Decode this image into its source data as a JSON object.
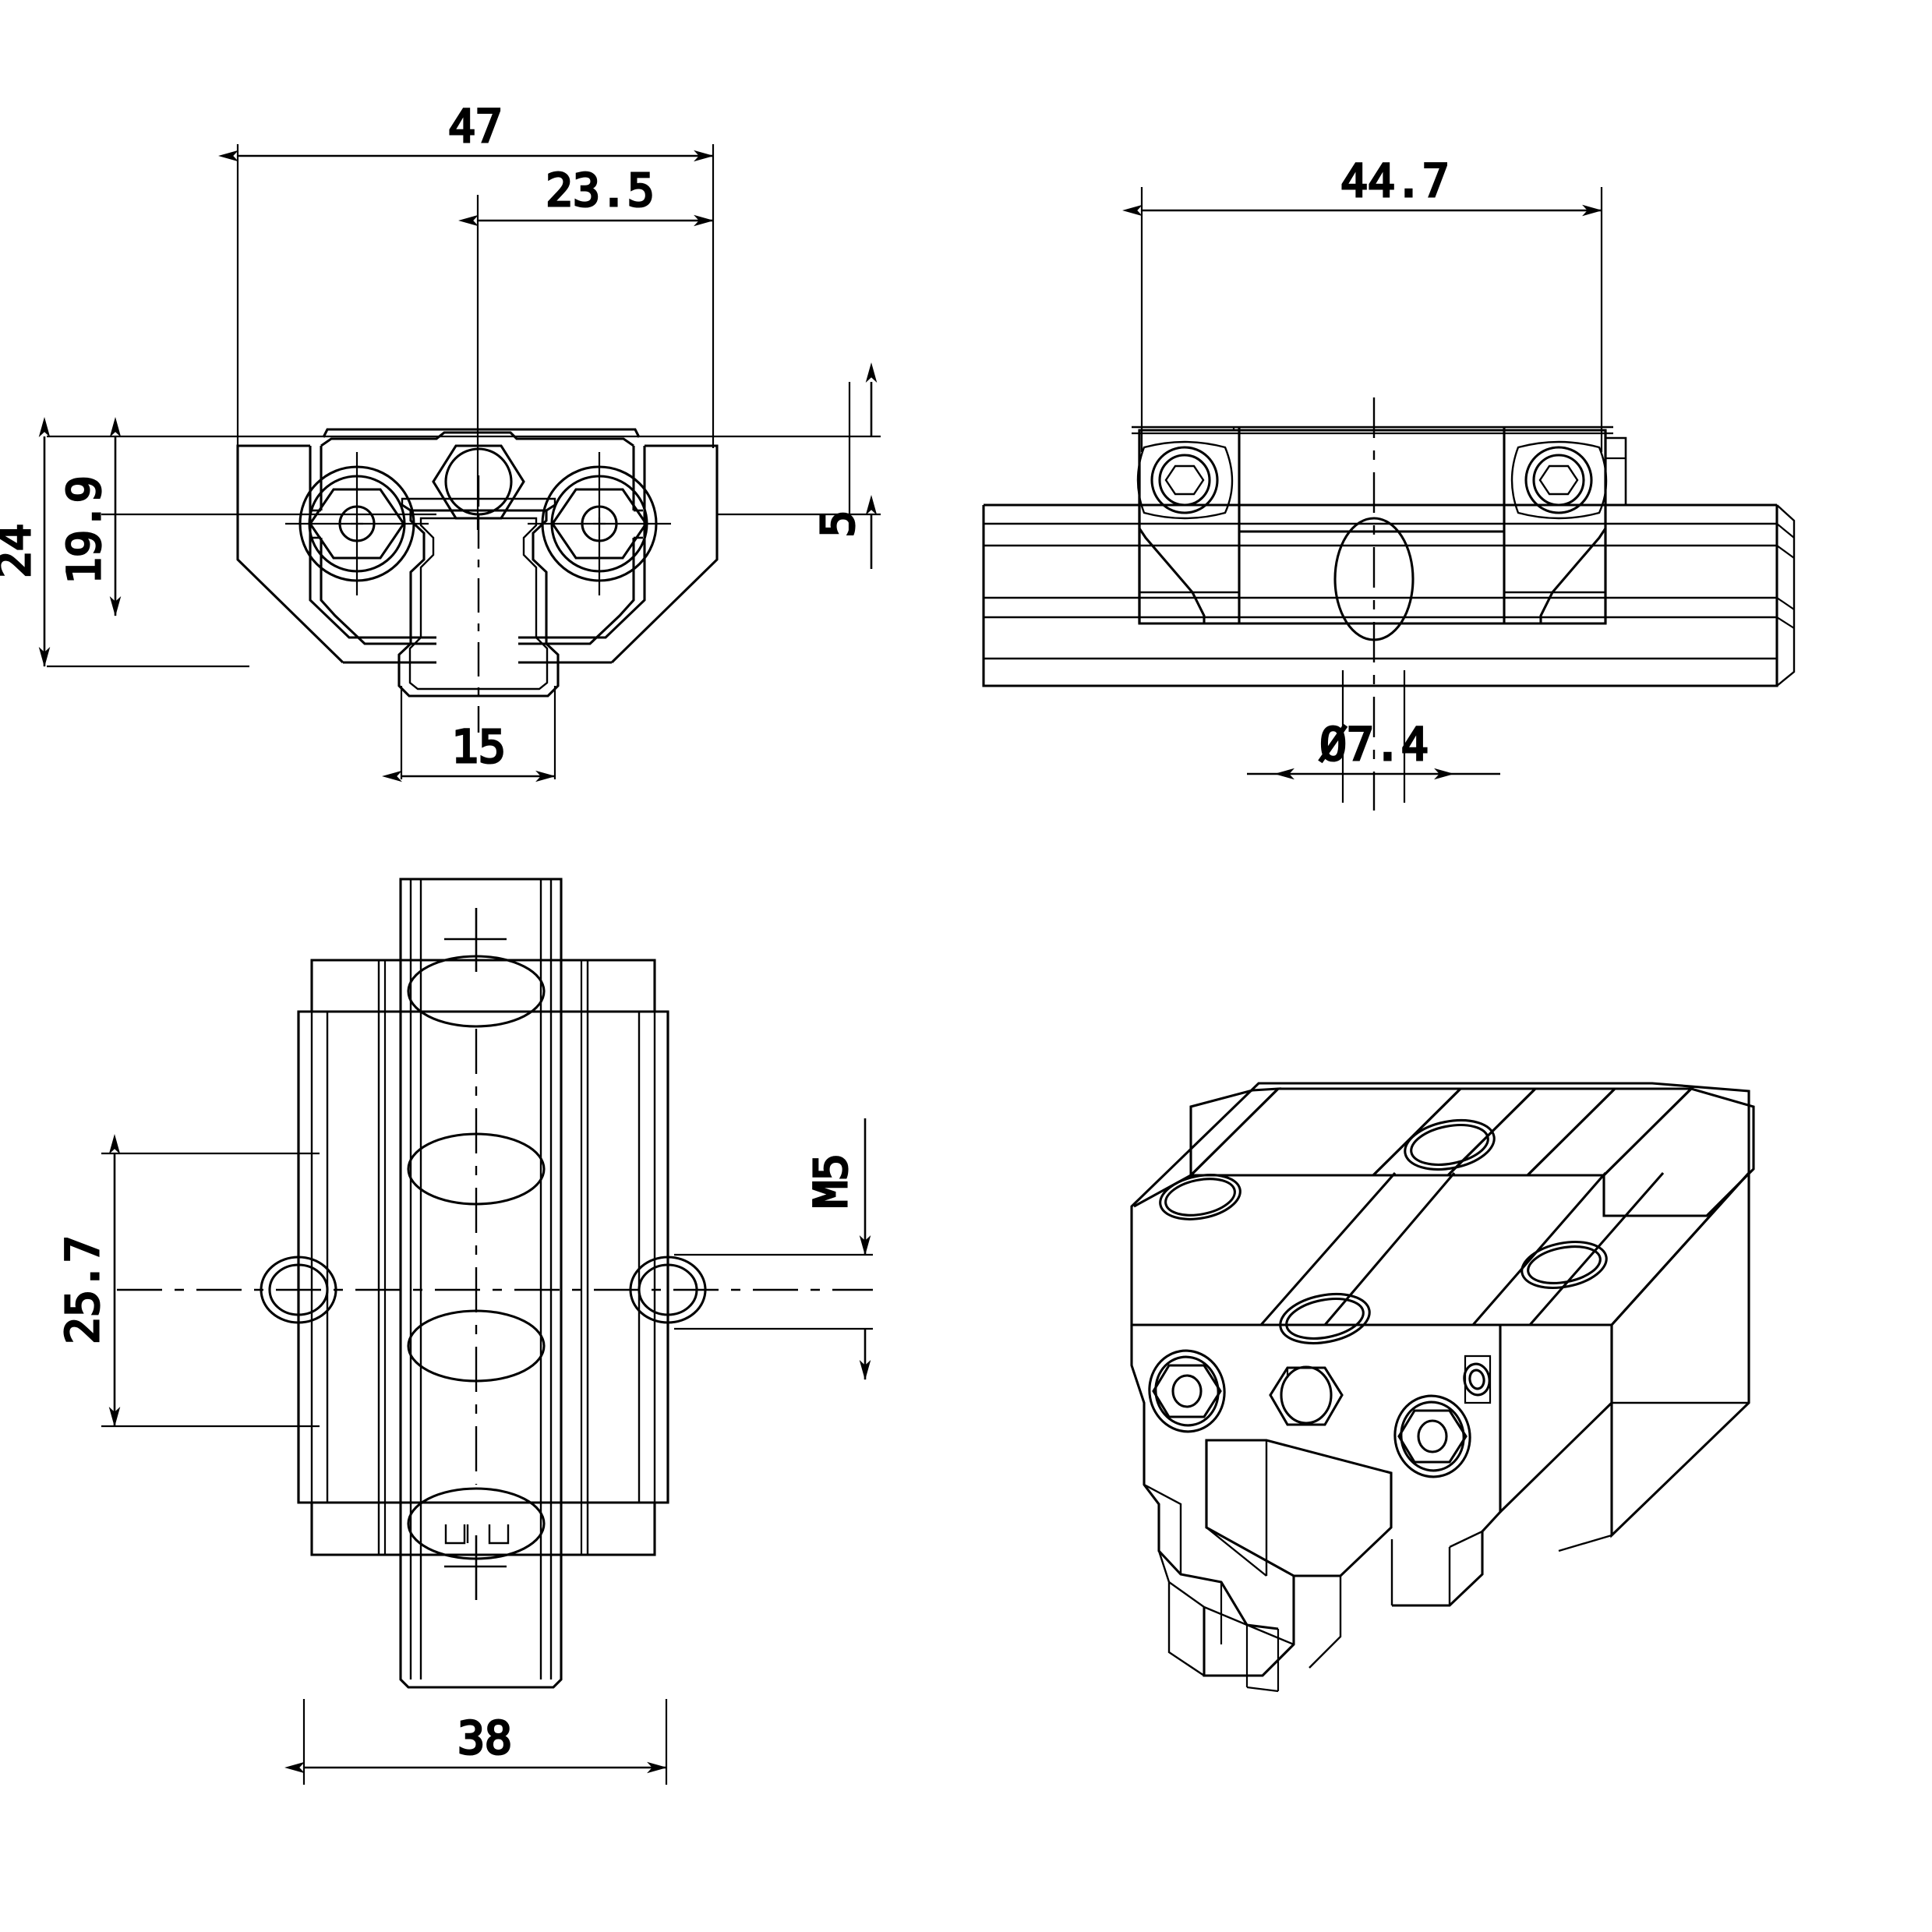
{
  "drawing": {
    "type": "engineering-drawing",
    "subject": "linear guide rail carriage block",
    "line_color": "#000000",
    "background_color": "#ffffff",
    "views": [
      {
        "name": "front-section-view",
        "position": "top-left"
      },
      {
        "name": "side-view",
        "position": "top-right"
      },
      {
        "name": "top-view",
        "position": "bottom-left"
      },
      {
        "name": "isometric-view",
        "position": "bottom-right"
      }
    ]
  },
  "dimensions": {
    "front_view": {
      "overall_width": "47",
      "half_width": "23.5",
      "overall_height": "24",
      "block_height": "19.9",
      "rail_flange_thickness": "5",
      "rail_width": "15"
    },
    "side_view": {
      "block_length": "44.7",
      "hole_diameter": "Ø7.4"
    },
    "top_view": {
      "mount_hole_spacing": "25.7",
      "thread_callout": "M5",
      "block_width": "38"
    }
  }
}
